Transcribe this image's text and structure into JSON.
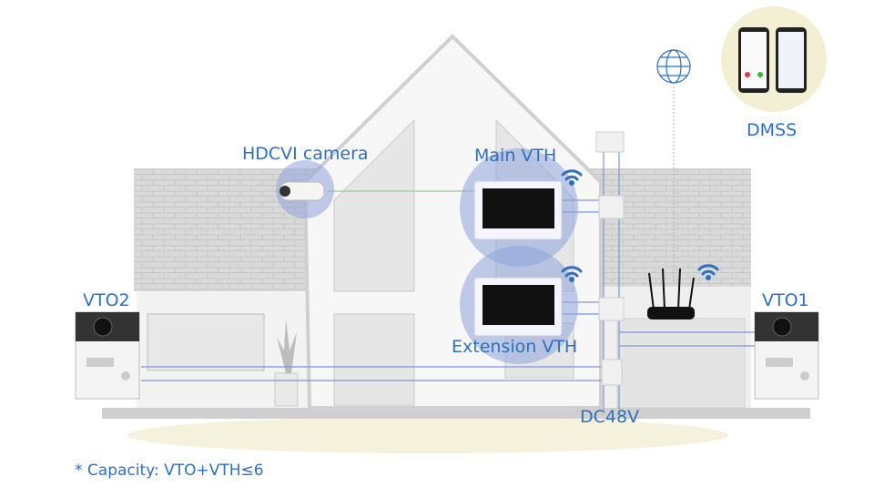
{
  "labels": {
    "hdcvi_camera": "HDCVI camera",
    "main_vth": "Main VTH",
    "extension_vth": "Extension VTH",
    "vto1": "VTO1",
    "vto2": "VTO2",
    "dmss": "DMSS",
    "power": "DC48V"
  },
  "note": "* Capacity: VTO+VTH≤6",
  "colors": {
    "label": "#2f6fc0",
    "highlight": "#8fa4dc",
    "wire": "#7b95d8"
  }
}
